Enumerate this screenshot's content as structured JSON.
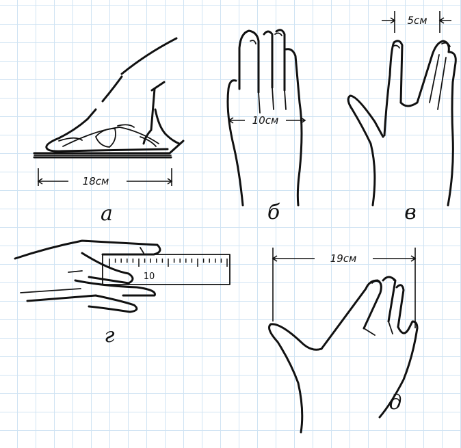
{
  "panels": {
    "a": {
      "label": "а",
      "measure": "18см"
    },
    "b": {
      "label": "б",
      "measure": "10см"
    },
    "v": {
      "label": "в",
      "measure": "5см"
    },
    "g": {
      "label": "г",
      "ruler_tick": "10"
    },
    "d": {
      "label": "д",
      "measure": "19см"
    }
  },
  "colors": {
    "ink": "#111111",
    "grid": "#cfe3f3",
    "background": "#ffffff"
  }
}
